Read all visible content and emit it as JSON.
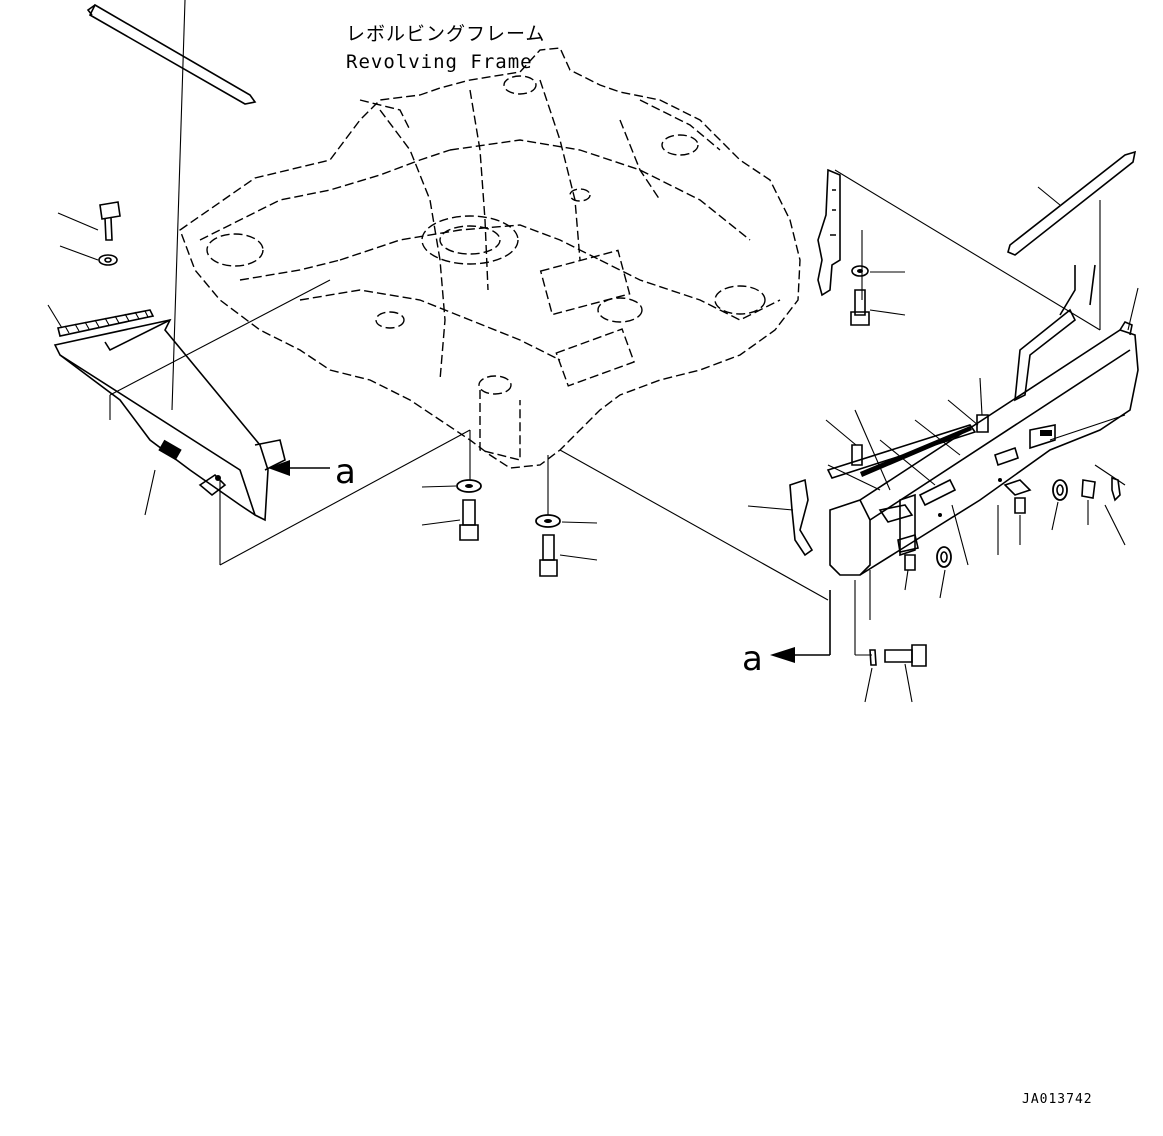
{
  "diagram": {
    "frame_label_jp": "レボルビングフレーム",
    "frame_label_en": "Revolving Frame",
    "callout_left": "a",
    "callout_right": "a",
    "drawing_number": "JA013742"
  }
}
